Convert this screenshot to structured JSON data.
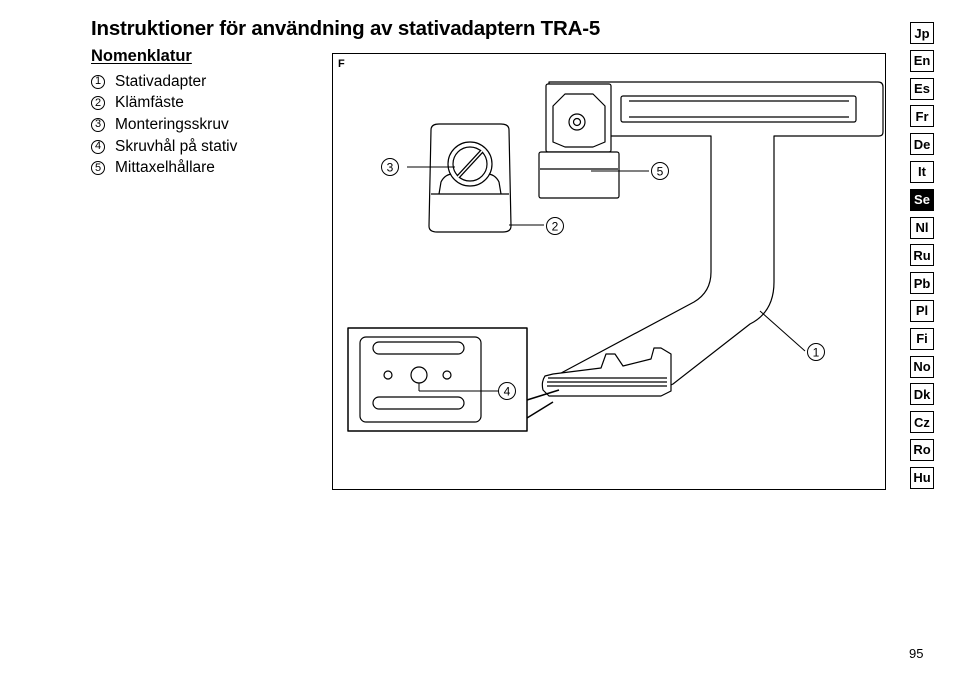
{
  "header": {
    "title": "Instruktioner för användning av stativadaptern TRA-5",
    "subtitle": "Nomenklatur"
  },
  "parts": [
    {
      "number": "1",
      "label": "Stativadapter"
    },
    {
      "number": "2",
      "label": "Klämfäste"
    },
    {
      "number": "3",
      "label": "Monteringsskruv"
    },
    {
      "number": "4",
      "label": "Skruvhål på stativ"
    },
    {
      "number": "5",
      "label": "Mittaxelhållare"
    }
  ],
  "figure": {
    "label": "F",
    "callouts": [
      "1",
      "2",
      "3",
      "4",
      "5"
    ]
  },
  "language_tabs": [
    {
      "label": "Jp"
    },
    {
      "label": "En"
    },
    {
      "label": "Es"
    },
    {
      "label": "Fr"
    },
    {
      "label": "De"
    },
    {
      "label": "It"
    },
    {
      "label": "Se",
      "active": true
    },
    {
      "label": "Nl"
    },
    {
      "label": "Ru"
    },
    {
      "label": "Pb"
    },
    {
      "label": "Pl"
    },
    {
      "label": "Fi"
    },
    {
      "label": "No"
    },
    {
      "label": "Dk"
    },
    {
      "label": "Cz"
    },
    {
      "label": "Ro"
    },
    {
      "label": "Hu"
    }
  ],
  "page_number": "95"
}
